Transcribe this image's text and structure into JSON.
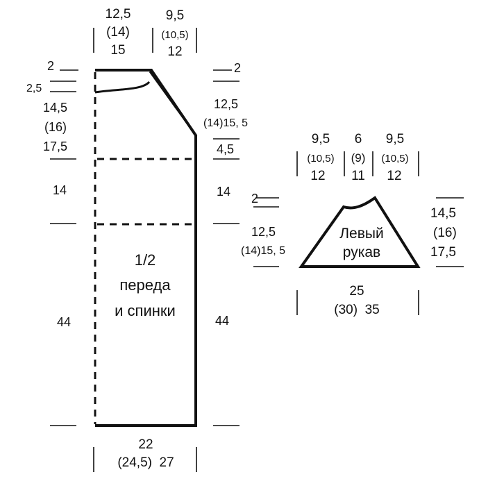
{
  "colors": {
    "ink": "#111111",
    "background": "#ffffff"
  },
  "body": {
    "shoulder_width": [
      "12,5",
      "(14)",
      "15"
    ],
    "neck_width": [
      "9,5",
      "(10,5)",
      "12"
    ],
    "left_labels": {
      "neck_drop": "2",
      "front_neck": "2,5",
      "armhole": [
        "14,5",
        "(16)",
        "17,5"
      ],
      "yoke": "14",
      "lower": "44"
    },
    "right_labels": {
      "neck_drop": "2",
      "shoulder": [
        "12,5",
        "(14)15, 5"
      ],
      "shoulder_rise": "4,5",
      "yoke": "14",
      "lower": "44"
    },
    "piece_label": [
      "1/2",
      "переда",
      "и спинки"
    ],
    "bottom_width": [
      "22",
      "(24,5)  27"
    ]
  },
  "sleeve": {
    "top_widths": [
      [
        "9,5",
        "(10,5)",
        "12"
      ],
      [
        "6",
        "(9)",
        "11"
      ],
      [
        "9,5",
        "(10,5)",
        "12"
      ]
    ],
    "cap_drop": "2",
    "left_height": [
      "12,5",
      "(14)15, 5"
    ],
    "right_height": [
      "14,5",
      "(16)",
      "17,5"
    ],
    "piece_label": [
      "Левый",
      "рукав"
    ],
    "bottom_width": [
      "25",
      "(30)  35"
    ]
  }
}
